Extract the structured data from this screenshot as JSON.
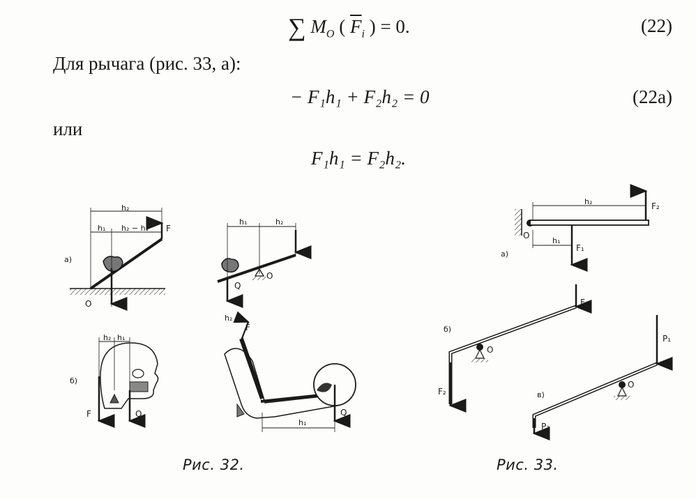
{
  "equations": {
    "eq22": {
      "sum": "∑",
      "lhs": "M",
      "sub_o": "O",
      "arg_open": "(",
      "arg": "F",
      "arg_sub": "i",
      "arg_close": ")",
      "rhs": "= 0.",
      "number": "(22)"
    },
    "lever_intro": "Для рычага (рис. 33, а):",
    "eq22a": {
      "text": "− F₁h₁ + F₂h₂ = 0",
      "number": "(22а)"
    },
    "or_word": "или",
    "eq_final": "F₁h₁ = F₂h₂."
  },
  "figure32": {
    "caption": "Рис. 32.",
    "a_label": "а)",
    "b_label": "б)",
    "labels": {
      "h2": "h₂",
      "h1": "h₁",
      "h2_minus_h1": "h₂ − h₁",
      "F": "F",
      "O": "O",
      "Q": "Q"
    }
  },
  "figure33": {
    "caption": "Рис. 33.",
    "a_label": "а)",
    "b_label": "б)",
    "c_label": "в)",
    "labels": {
      "h2": "h₂",
      "h1": "h₁",
      "F1": "F₁",
      "F2": "F₂",
      "O": "O",
      "P1": "P₁",
      "P2": "P₂"
    }
  }
}
